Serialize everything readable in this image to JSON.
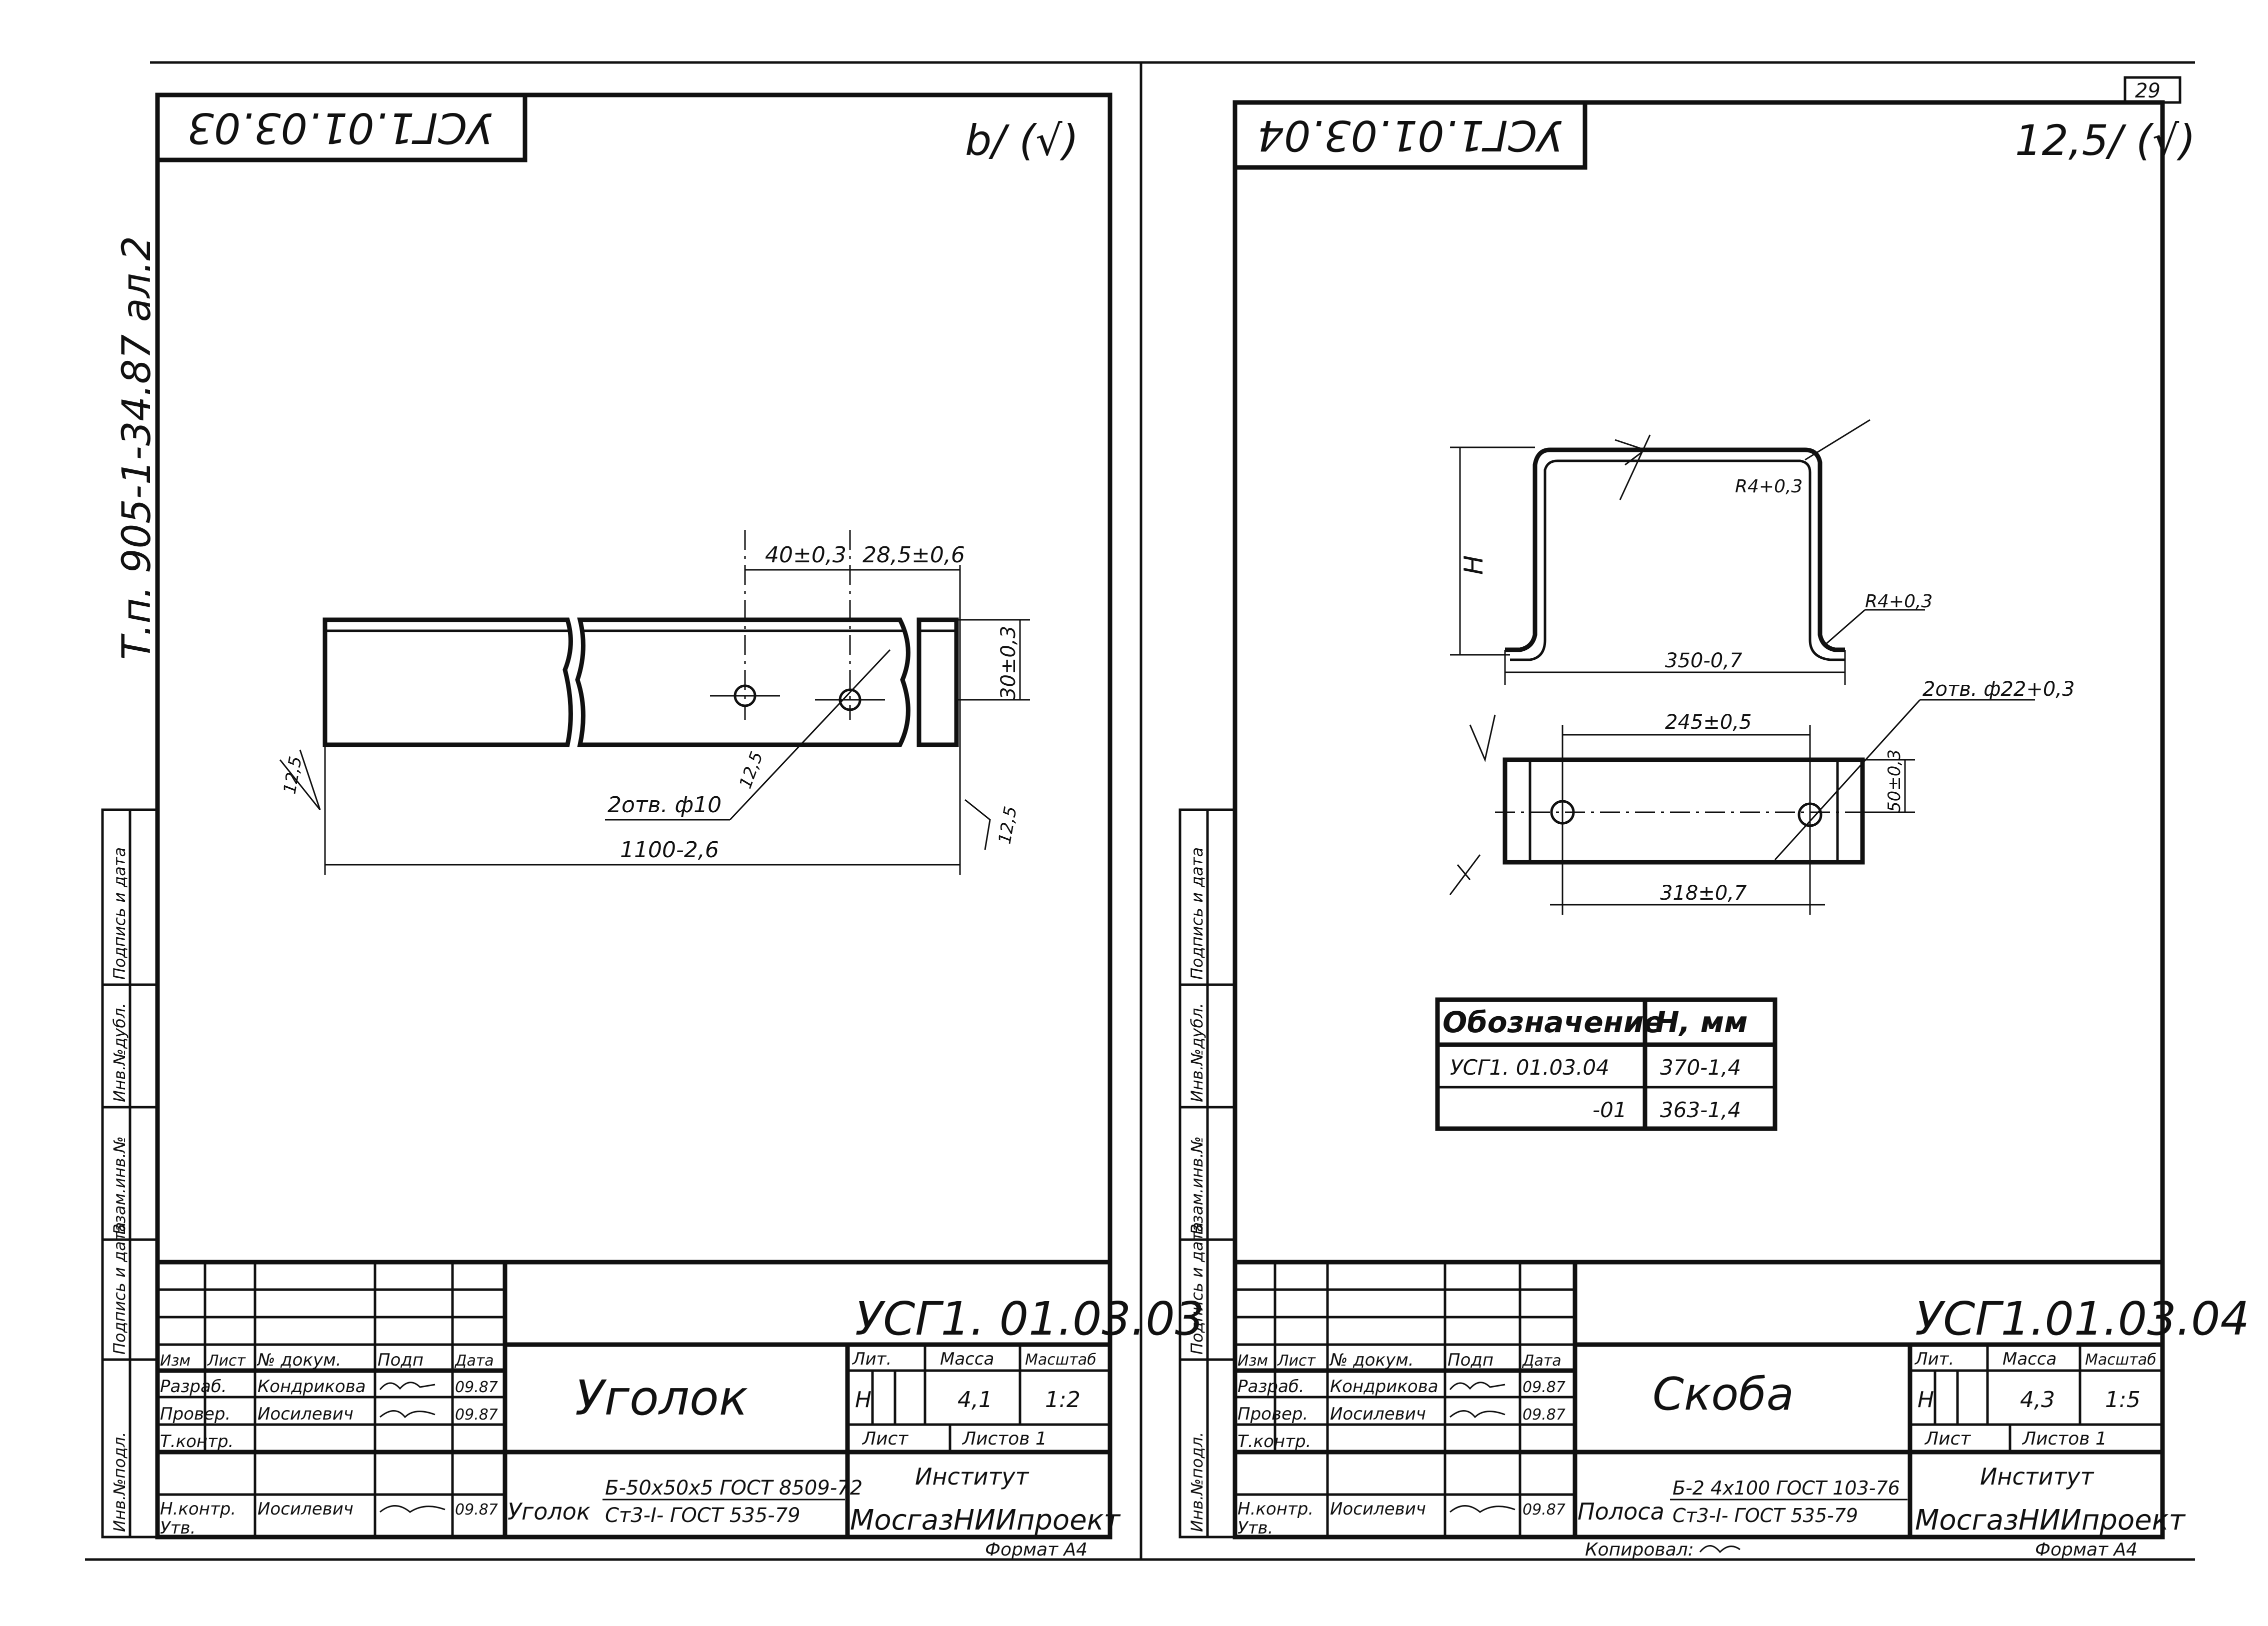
{
  "series_label": "Т.п. 905-1-34.87 ал.2",
  "page_number": "29",
  "side_stamp": [
    "Инв.№подл.",
    "Подпись и дата",
    "Взам.инв.№",
    "Инв.№дубл.",
    "Подпись и дата"
  ],
  "left_sheet": {
    "code_inverted": "УСГ1.01.03.03",
    "roughness": "b/ (√)",
    "dims": {
      "d1": "40±0,3",
      "d2": "28,5±0,6",
      "height": "30±0,3",
      "length": "1100-2,6",
      "holes": "2отв. ф10",
      "r1": "12,5",
      "r2": "12,5",
      "r3": "12,5"
    },
    "title_block": {
      "code": "УСГ1. 01.03.03",
      "name": "Уголок",
      "headers": [
        "Изм",
        "Лист",
        "№ докум.",
        "Подп",
        "Дата"
      ],
      "rows": [
        [
          "Разраб.",
          "Кондрикова",
          "",
          "09.87"
        ],
        [
          "Провер.",
          "Иосилевич",
          "",
          "09.87"
        ],
        [
          "Т.контр.",
          "",
          "",
          ""
        ],
        [
          "Н.контр.",
          "Иосилевич",
          "",
          "09.87"
        ],
        [
          "Утв.",
          "",
          "",
          ""
        ]
      ],
      "lit_label": "Лит.",
      "mass_label": "Масса",
      "scale_label": "Масштаб",
      "lit": "Н",
      "mass": "4,1",
      "scale": "1:2",
      "sheet_label": "Лист",
      "sheets_label": "Листов 1",
      "material_name": "Уголок",
      "material_1": "Б-50х50х5 ГОСТ 8509-72",
      "material_2": "Ст3-I- ГОСТ 535-79",
      "org_1": "Институт",
      "org_2": "МосгазНИИпроект",
      "format": "Формат А4"
    }
  },
  "right_sheet": {
    "code_inverted": "УСГ1.01.03.04",
    "roughness": "12,5/ (√)",
    "dims": {
      "height": "H",
      "r1": "R4+0,3",
      "r2": "R4+0,3",
      "width": "350-0,7",
      "holes": "2отв. ф22+0,3",
      "d1": "245±0,5",
      "h2": "50±0,3",
      "d2": "318±0,7"
    },
    "table": {
      "headers": [
        "Обозначение",
        "Н, мм"
      ],
      "rows": [
        [
          "УСГ1. 01.03.04",
          "370-1,4"
        ],
        [
          "-01",
          "363-1,4"
        ]
      ]
    },
    "title_block": {
      "code": "УСГ1.01.03.04",
      "name": "Скоба",
      "headers": [
        "Изм",
        "Лист",
        "№ докум.",
        "Подп",
        "Дата"
      ],
      "rows": [
        [
          "Разраб.",
          "Кондрикова",
          "",
          "09.87"
        ],
        [
          "Провер.",
          "Иосилевич",
          "",
          "09.87"
        ],
        [
          "Т.контр.",
          "",
          "",
          ""
        ],
        [
          "Н.контр.",
          "Иосилевич",
          "",
          "09.87"
        ],
        [
          "Утв.",
          "",
          "",
          ""
        ]
      ],
      "lit_label": "Лит.",
      "mass_label": "Масса",
      "scale_label": "Масштаб",
      "lit": "Н",
      "mass": "4,3",
      "scale": "1:5",
      "sheet_label": "Лист",
      "sheets_label": "Листов 1",
      "material_name": "Полоса",
      "material_1": "Б-2 4х100 ГОСТ 103-76",
      "material_2": "Ст3-I- ГОСТ 535-79",
      "org_1": "Институт",
      "org_2": "МосгазНИИпроект",
      "format": "Формат А4",
      "copied": "Копировал:"
    }
  }
}
